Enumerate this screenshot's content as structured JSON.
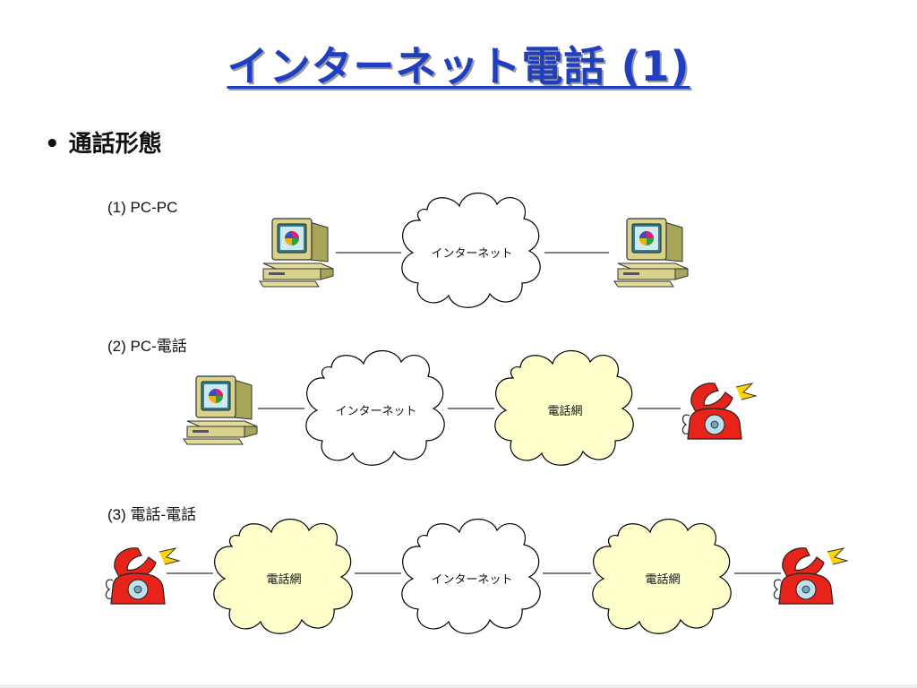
{
  "slide": {
    "title": "インターネット電話 (1)",
    "bullet": "通話形態",
    "colors": {
      "title": "#1f3fbf",
      "internet_cloud": "#ffffff",
      "phone_network_cloud": "#ffffcc",
      "phone": "#e8231a",
      "computer": "#d6d08a"
    }
  },
  "sections": [
    {
      "label": "(1) PC-PC",
      "nodes": [
        {
          "kind": "computer",
          "icon": "computer-icon"
        },
        {
          "kind": "internet",
          "label": "インターネット"
        },
        {
          "kind": "computer",
          "icon": "computer-icon"
        }
      ]
    },
    {
      "label": "(2) PC-電話",
      "nodes": [
        {
          "kind": "computer",
          "icon": "computer-icon"
        },
        {
          "kind": "internet",
          "label": "インターネット"
        },
        {
          "kind": "phone-network",
          "label": "電話網"
        },
        {
          "kind": "phone",
          "icon": "telephone-icon"
        }
      ]
    },
    {
      "label": "(3) 電話-電話",
      "nodes": [
        {
          "kind": "phone",
          "icon": "telephone-icon"
        },
        {
          "kind": "phone-network",
          "label": "電話網"
        },
        {
          "kind": "internet",
          "label": "インターネット"
        },
        {
          "kind": "phone-network",
          "label": "電話網"
        },
        {
          "kind": "phone",
          "icon": "telephone-icon"
        }
      ]
    }
  ]
}
